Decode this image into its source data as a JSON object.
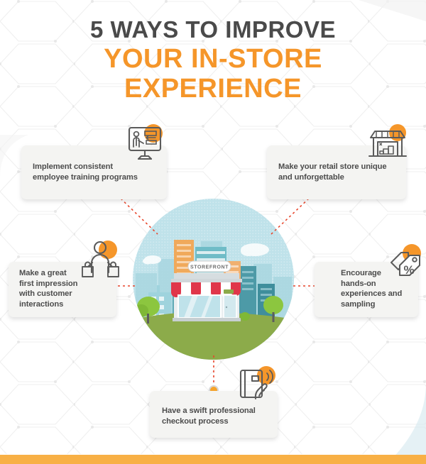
{
  "title": {
    "line1": "5 WAYS TO IMPROVE",
    "line2": "YOUR IN-STORE",
    "line3": "EXPERIENCE",
    "line1_color": "#4a4a4a",
    "accent_color": "#f5962a"
  },
  "theme": {
    "background": "#ffffff",
    "card_background": "#f4f4f2",
    "text_color": "#4c4c4c",
    "accent_orange": "#f5962a",
    "dot_orange": "#f7a42a",
    "connector_red": "#e8452b",
    "bottom_bar": "#f8b045",
    "hero_sky": "#bfe2ea",
    "hero_ground": "#8cab4a",
    "awning_red": "#e0364a"
  },
  "hero": {
    "sign_label": "STOREFRONT",
    "icon_name": "storefront-city-illustration"
  },
  "cards": [
    {
      "id": "training",
      "text": "Implement consistent employee training programs",
      "lines": [
        "Implement consistent",
        "employee training programs"
      ],
      "icon_name": "training-presentation-icon"
    },
    {
      "id": "unique",
      "text": "Make your retail store unique and unforgettable",
      "lines": [
        "Make your retail store unique",
        "and unforgettable"
      ],
      "icon_name": "retail-shop-icon"
    },
    {
      "id": "impression",
      "text": "Make a great first impression with customer interactions",
      "lines": [
        "Make a great",
        "first impression",
        "with customer",
        "interactions"
      ],
      "icon_name": "shopper-with-bags-icon"
    },
    {
      "id": "handson",
      "text": "Encourage hands-on experiences and sampling",
      "lines": [
        "Encourage",
        "hands-on",
        "experiences and",
        "sampling"
      ],
      "icon_name": "price-tag-percent-icon"
    },
    {
      "id": "checkout",
      "text": "Have a swift professional checkout process",
      "lines": [
        "Have a swift professional",
        "checkout process"
      ],
      "icon_name": "contactless-card-payment-icon"
    }
  ]
}
